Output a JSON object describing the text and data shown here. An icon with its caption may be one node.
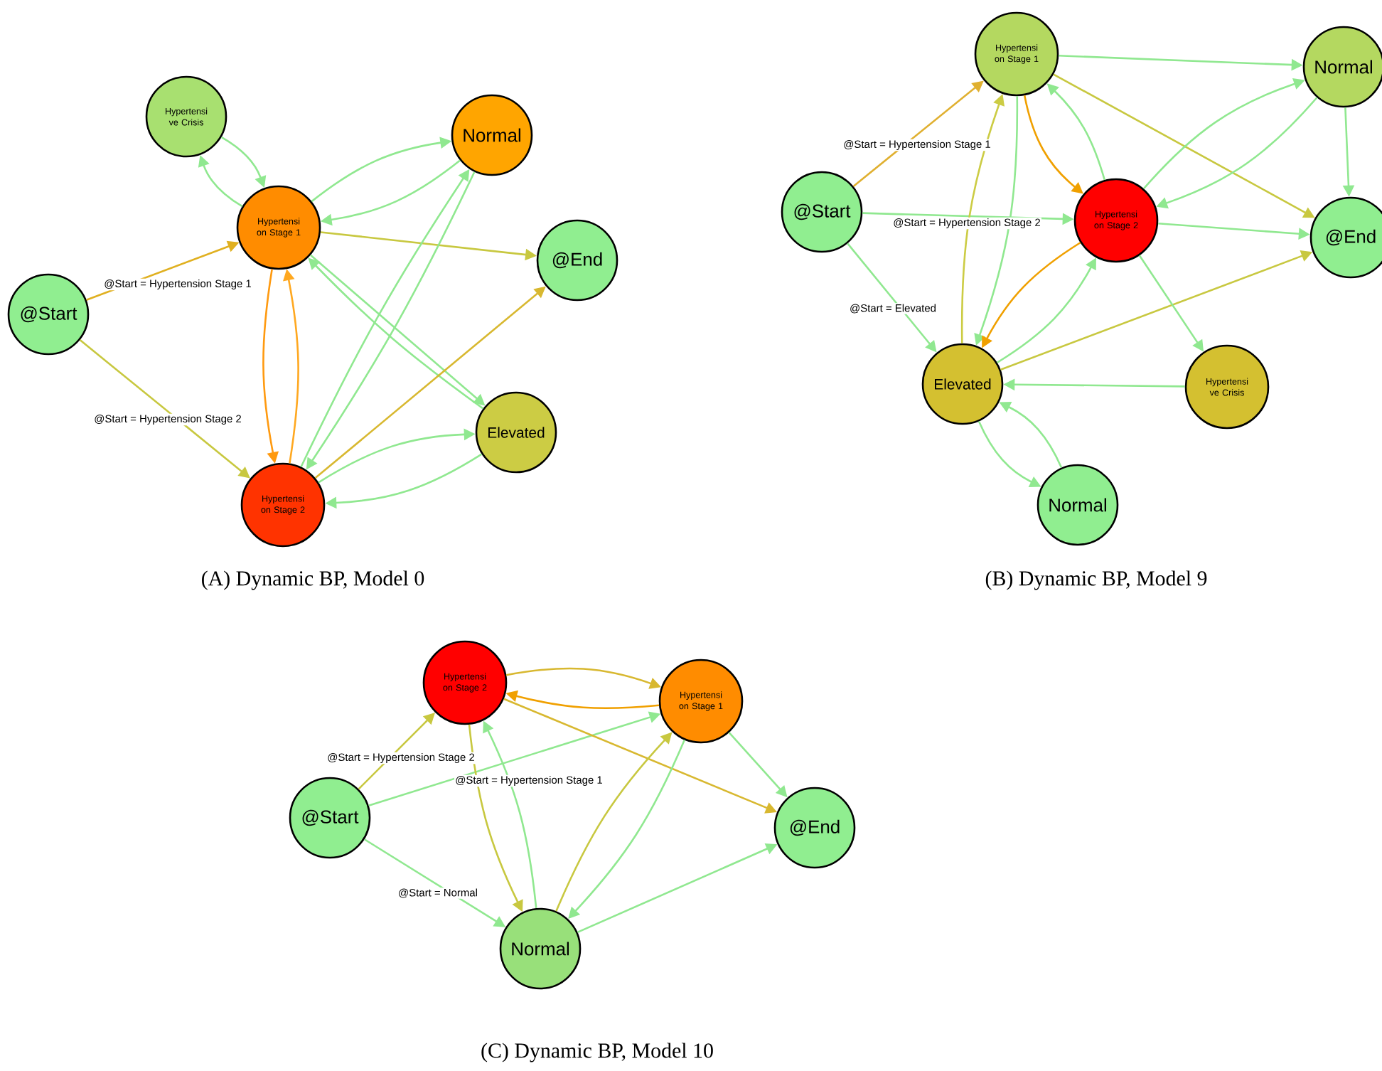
{
  "diagram": {
    "nodes": [
      {
        "text": [
          "Hypertensi ve Crisis"
        ]
      },
      {
        "text": [
          "Hypertensi on Stage 1"
        ]
      },
      {
        "text": [
          "Normal"
        ]
      },
      {
        "text": [
          "@End"
        ]
      },
      {
        "text": [
          "@Start"
        ]
      },
      {
        "text": [
          "Elevated"
        ]
      },
      {
        "text": [
          "Hypertensi on Stage 2"
        ]
      },
      {
        "text": [
          "Hypertensi on Stage 1"
        ]
      },
      {
        "text": [
          "Normal"
        ]
      },
      {
        "text": [
          "@Start"
        ]
      },
      {
        "text": [
          "Hypertensi on Stage 2"
        ]
      },
      {
        "text": [
          "@End"
        ]
      },
      {
        "text": [
          "Elevated"
        ]
      },
      {
        "text": [
          "Hypertensi ve Crisis"
        ]
      },
      {
        "text": [
          "Normal"
        ]
      },
      {
        "text": [
          "Hypertensi on Stage 2"
        ]
      },
      {
        "text": [
          "Hypertensi on Stage 1"
        ]
      },
      {
        "text": [
          "@Start"
        ]
      },
      {
        "text": [
          "@End"
        ]
      },
      {
        "text": [
          "Normal"
        ]
      }
    ],
    "edges": [
      {
        "from": 0,
        "to": 1,
        "arrow": "to"
      },
      {
        "from": 1,
        "to": 0,
        "arrow": "to"
      },
      {
        "from": 1,
        "to": 2,
        "arrow": "to"
      },
      {
        "from": 2,
        "to": 1,
        "arrow": "to"
      },
      {
        "from": 1,
        "to": 3,
        "arrow": "to",
        "color": "#c8c840"
      },
      {
        "from": 4,
        "to": 1,
        "arrow": "to",
        "label": "@Start = Hypertension Stage 1",
        "color": "#e0b020"
      },
      {
        "from": 4,
        "to": 6,
        "arrow": "to",
        "label": "@Start = Hypertension Stage 2",
        "color": "#c8c840"
      },
      {
        "from": 1,
        "to": 6,
        "arrow": "to",
        "color": "#ff9a10"
      },
      {
        "from": 6,
        "to": 1,
        "arrow": "to",
        "color": "#ffa820"
      },
      {
        "from": 1,
        "to": 5,
        "arrow": "to"
      },
      {
        "from": 5,
        "to": 1,
        "arrow": "to"
      },
      {
        "from": 2,
        "to": 6,
        "arrow": "to"
      },
      {
        "from": 6,
        "to": 2,
        "arrow": "to"
      },
      {
        "from": 6,
        "to": 3,
        "arrow": "to",
        "color": "#d8b830"
      },
      {
        "from": 5,
        "to": 6,
        "arrow": "to"
      },
      {
        "from": 6,
        "to": 5,
        "arrow": "to"
      },
      {
        "from": 9,
        "to": 7,
        "arrow": "to",
        "label": "@Start = Hypertension Stage 1",
        "color": "#e0b030"
      },
      {
        "from": 9,
        "to": 10,
        "arrow": "to",
        "label": "@Start = Hypertension Stage 2"
      },
      {
        "from": 9,
        "to": 12,
        "arrow": "to",
        "label": "@Start = Elevated"
      },
      {
        "from": 7,
        "to": 8,
        "arrow": "to"
      },
      {
        "from": 7,
        "to": 10,
        "arrow": "to",
        "color": "#f0a000"
      },
      {
        "from": 10,
        "to": 7,
        "arrow": "to"
      },
      {
        "from": 7,
        "to": 12,
        "arrow": "to"
      },
      {
        "from": 12,
        "to": 7,
        "arrow": "to",
        "color": "#cccc44"
      },
      {
        "from": 7,
        "to": 11,
        "arrow": "to",
        "color": "#c8c840"
      },
      {
        "from": 10,
        "to": 8,
        "arrow": "to"
      },
      {
        "from": 8,
        "to": 10,
        "arrow": "to"
      },
      {
        "from": 8,
        "to": 11,
        "arrow": "to"
      },
      {
        "from": 10,
        "to": 11,
        "arrow": "to"
      },
      {
        "from": 10,
        "to": 12,
        "arrow": "to",
        "color": "#f0a000"
      },
      {
        "from": 12,
        "to": 10,
        "arrow": "to"
      },
      {
        "from": 12,
        "to": 11,
        "arrow": "to",
        "color": "#c8c840"
      },
      {
        "from": 10,
        "to": 13,
        "arrow": "to"
      },
      {
        "from": 13,
        "to": 12,
        "arrow": "to"
      },
      {
        "from": 12,
        "to": 14,
        "arrow": "to"
      },
      {
        "from": 14,
        "to": 12,
        "arrow": "to"
      },
      {
        "from": 15,
        "to": 16,
        "arrow": "to",
        "color": "#d8b830"
      },
      {
        "from": 16,
        "to": 15,
        "arrow": "to",
        "color": "#f0a000"
      },
      {
        "from": 17,
        "to": 15,
        "arrow": "to",
        "label": "@Start = Hypertension Stage 2",
        "color": "#c8c840"
      },
      {
        "from": 17,
        "to": 16,
        "arrow": "to",
        "label": "@Start = Hypertension Stage 1"
      },
      {
        "from": 17,
        "to": 19,
        "arrow": "to",
        "label": "@Start = Normal"
      },
      {
        "from": 15,
        "to": 18,
        "arrow": "to",
        "color": "#d8b830"
      },
      {
        "from": 16,
        "to": 18,
        "arrow": "to"
      },
      {
        "from": 15,
        "to": 19,
        "arrow": "to",
        "color": "#c8c840"
      },
      {
        "from": 19,
        "to": 15,
        "arrow": "to"
      },
      {
        "from": 19,
        "to": 16,
        "arrow": "to",
        "color": "#c8c840"
      },
      {
        "from": 16,
        "to": 19,
        "arrow": "to"
      },
      {
        "from": 19,
        "to": 18,
        "arrow": "to"
      }
    ],
    "labels": [
      "(A) Dynamic BP, Model 0",
      "(B) Dynamic BP, Model 9",
      "(C) Dynamic BP, Model 10"
    ]
  }
}
